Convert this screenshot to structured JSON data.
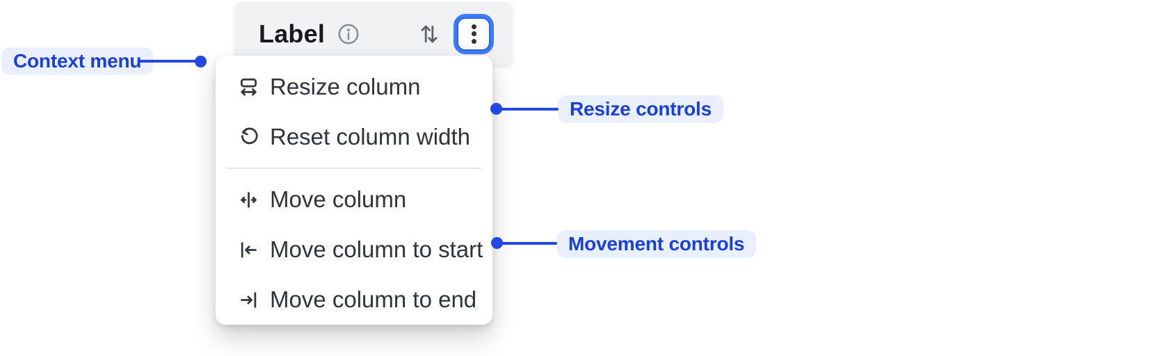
{
  "column_header": {
    "label": "Label"
  },
  "context_menu": {
    "items": [
      {
        "label": "Resize column",
        "icon": "resize-column-icon"
      },
      {
        "label": "Reset column width",
        "icon": "reset-column-width-icon"
      },
      {
        "label": "Move column",
        "icon": "move-column-icon"
      },
      {
        "label": "Move column to start",
        "icon": "move-column-to-start-icon"
      },
      {
        "label": "Move column to end",
        "icon": "move-column-to-end-icon"
      }
    ]
  },
  "annotations": {
    "context_menu": {
      "label": "Context menu"
    },
    "resize_controls": {
      "label": "Resize controls"
    },
    "movement_controls": {
      "label": "Movement controls"
    }
  },
  "colors": {
    "annotation_blue": "#2347e3",
    "annotation_text": "#1b40d9",
    "annotation_pill_bg": "#e9effd",
    "header_bg": "#f1f2f3",
    "focus_ring_halo": "#3d7bf7",
    "focus_ring_border": "#2c63e8",
    "menu_bg": "#ffffff",
    "menu_text": "#303439",
    "icon_dark": "#32363b",
    "icon_gray": "#5c6066",
    "info_icon_gray": "#8a9097"
  }
}
